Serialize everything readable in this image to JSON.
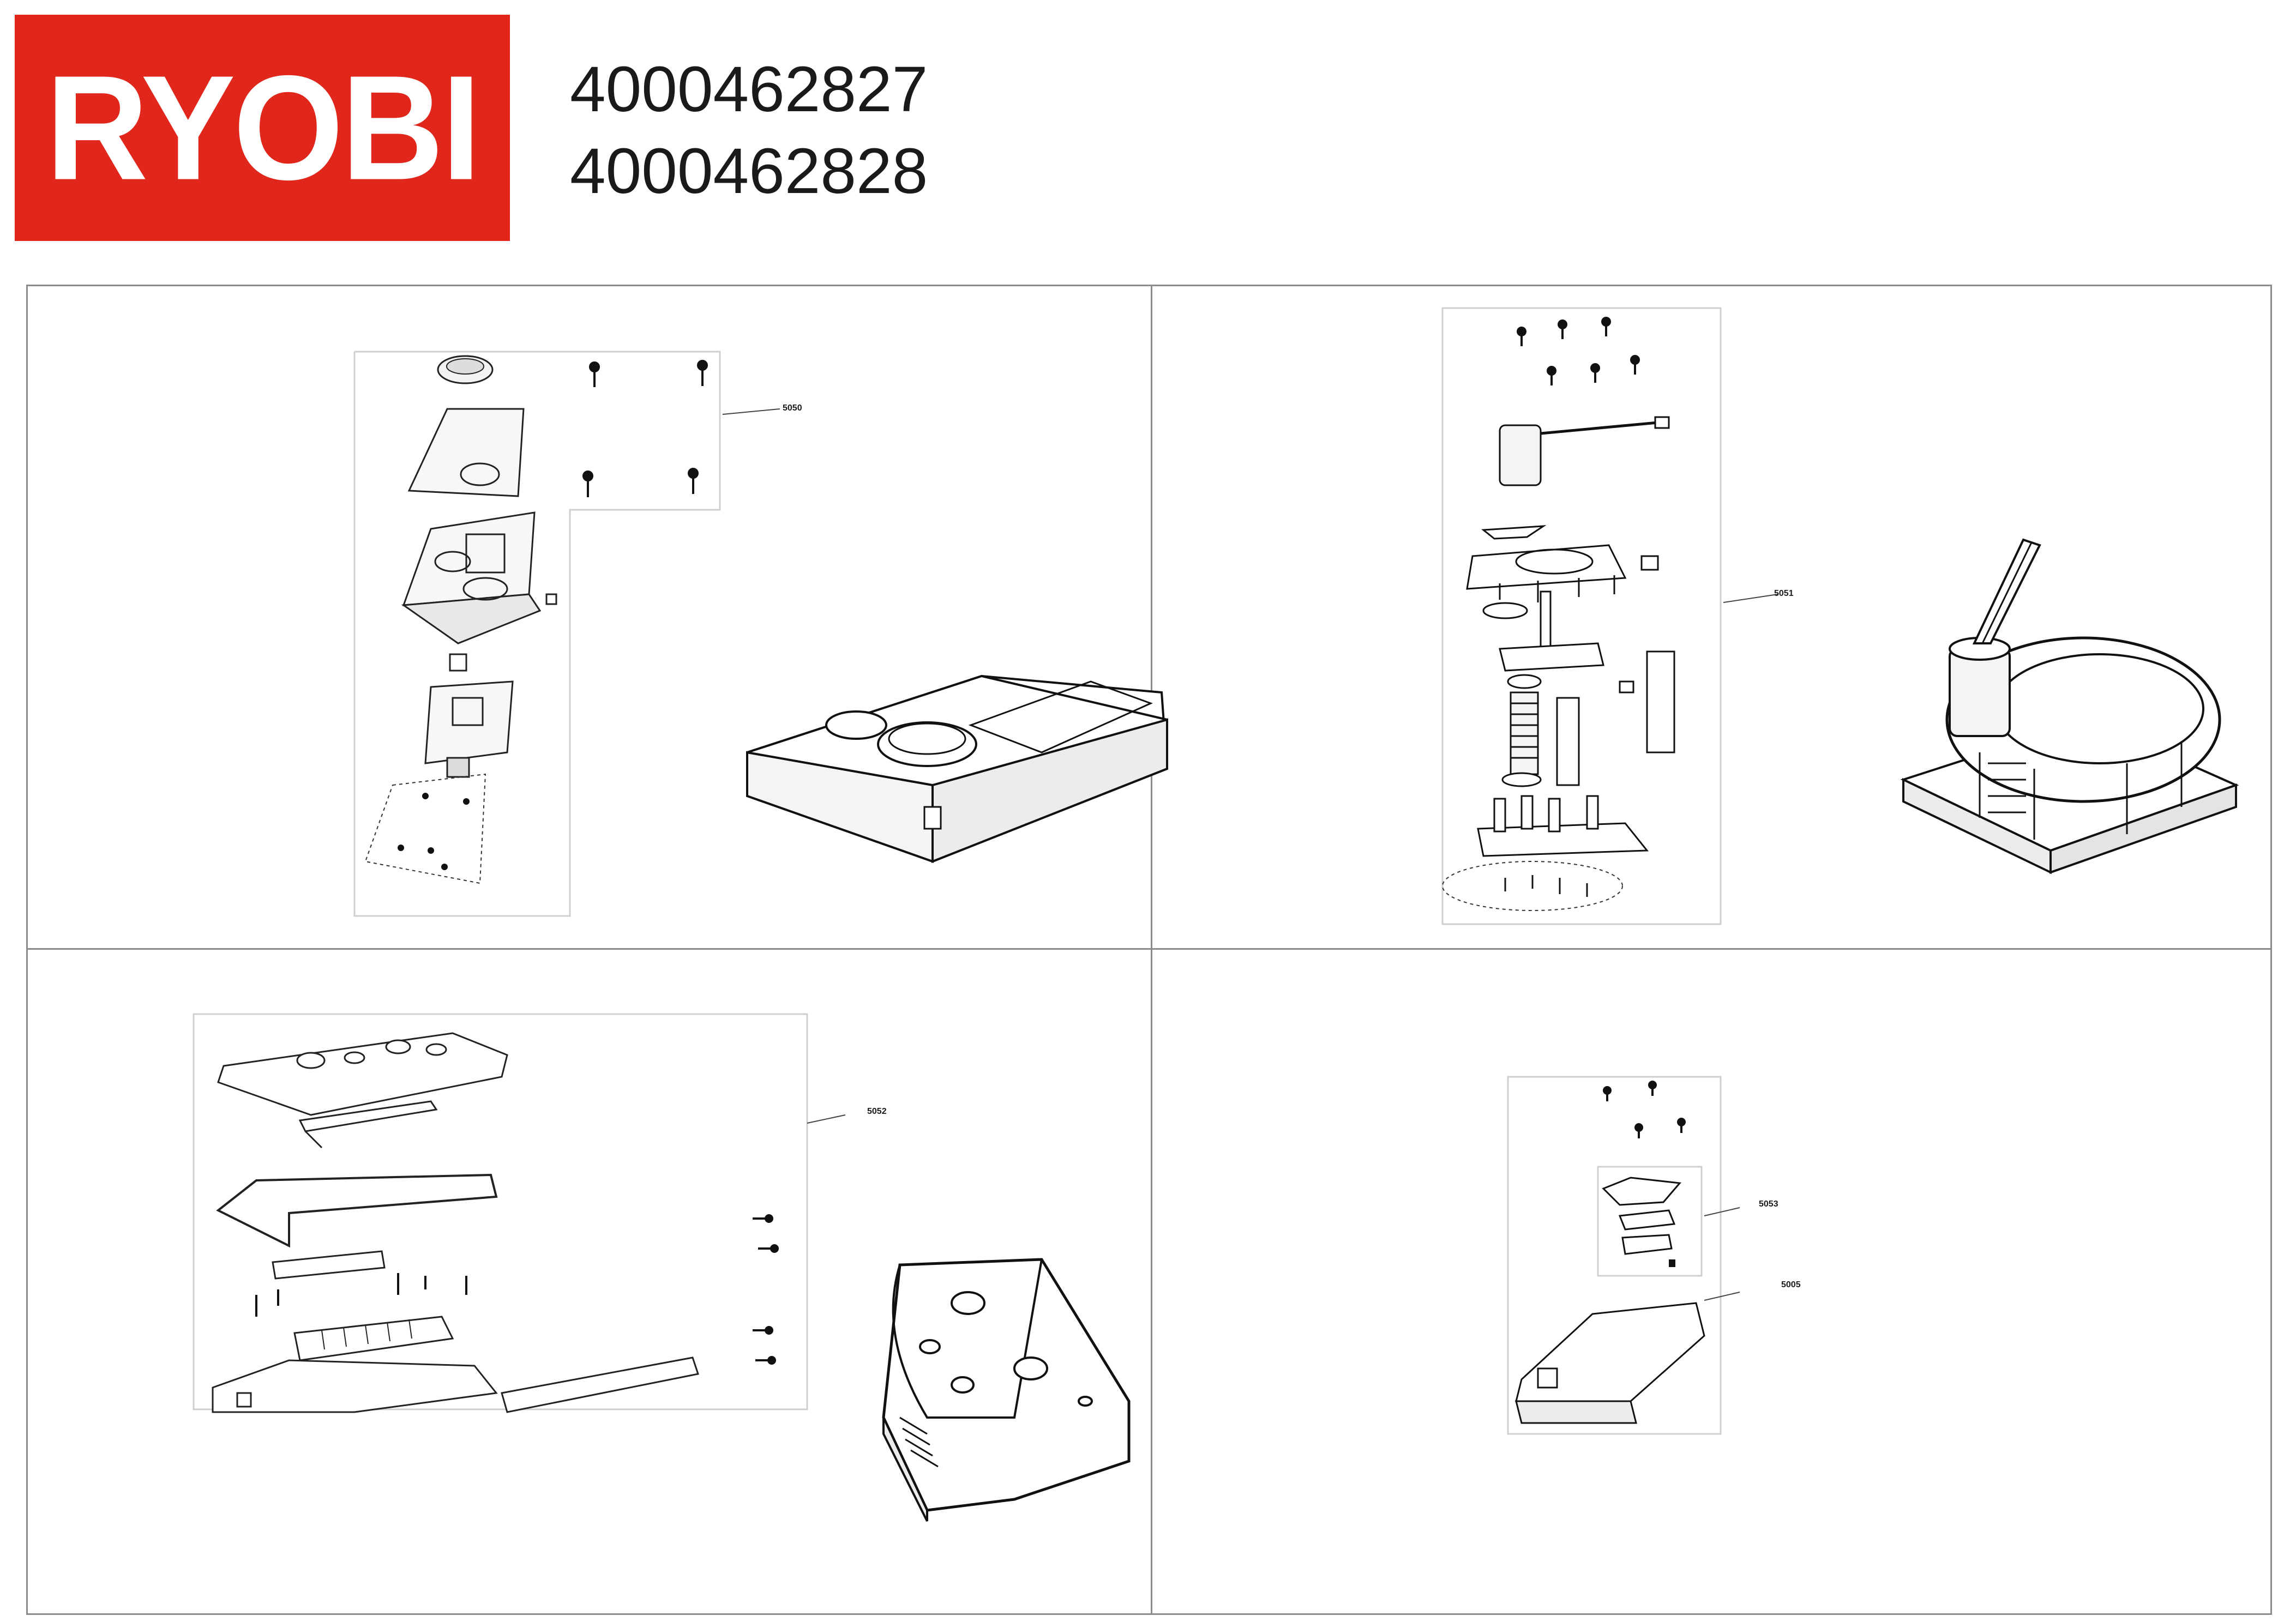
{
  "brand": {
    "logo_text": "RYOBI",
    "logo_color": "#e1261c"
  },
  "models": [
    "4000462827",
    "4000462828"
  ],
  "panels": [
    {
      "position": "top-left",
      "callouts": [
        "5050"
      ]
    },
    {
      "position": "top-right",
      "callouts": [
        "5051"
      ]
    },
    {
      "position": "bottom-left",
      "callouts": [
        "5052"
      ]
    },
    {
      "position": "bottom-right",
      "callouts": [
        "5053",
        "5005"
      ]
    }
  ]
}
